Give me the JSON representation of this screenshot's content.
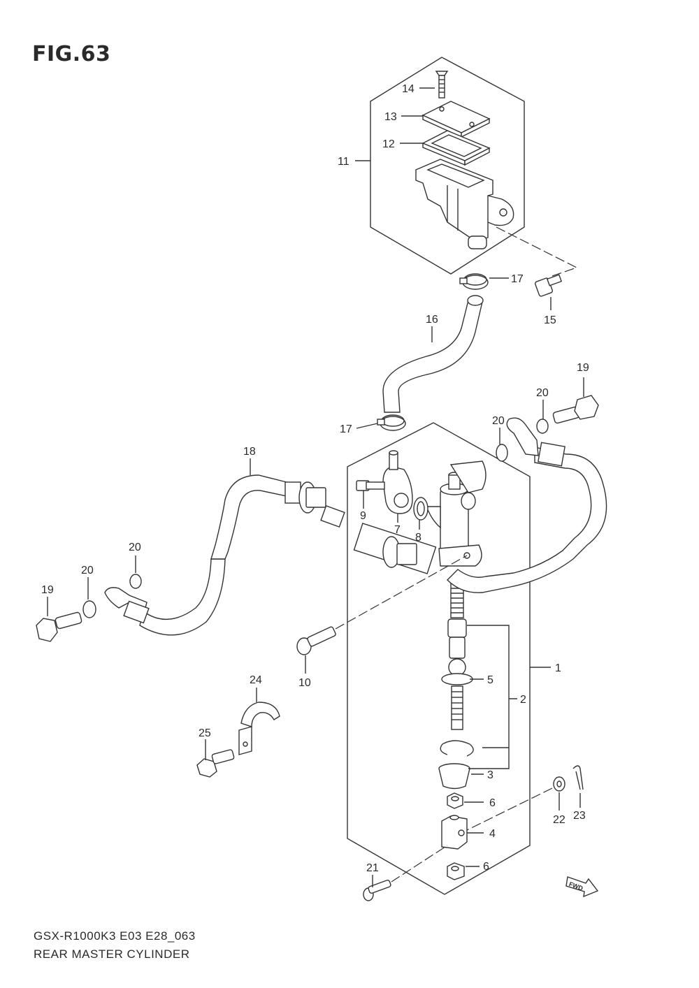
{
  "figure": {
    "title": "FIG.63",
    "model_code": "GSX-R1000K3 E03 E28_063",
    "name": "REAR MASTER CYLINDER",
    "fwd_label": "FWD"
  },
  "callouts": {
    "c1": "1",
    "c2": "2",
    "c3": "3",
    "c4": "4",
    "c5": "5",
    "c6a": "6",
    "c6b": "6",
    "c7": "7",
    "c8": "8",
    "c9": "9",
    "c10": "10",
    "c11": "11",
    "c12": "12",
    "c13": "13",
    "c14": "14",
    "c15": "15",
    "c16": "16",
    "c17a": "17",
    "c17b": "17",
    "c18": "18",
    "c19a": "19",
    "c19b": "19",
    "c20a": "20",
    "c20b": "20",
    "c20c": "20",
    "c20d": "20",
    "c21": "21",
    "c22": "22",
    "c23": "23",
    "c24": "24",
    "c25": "25"
  }
}
